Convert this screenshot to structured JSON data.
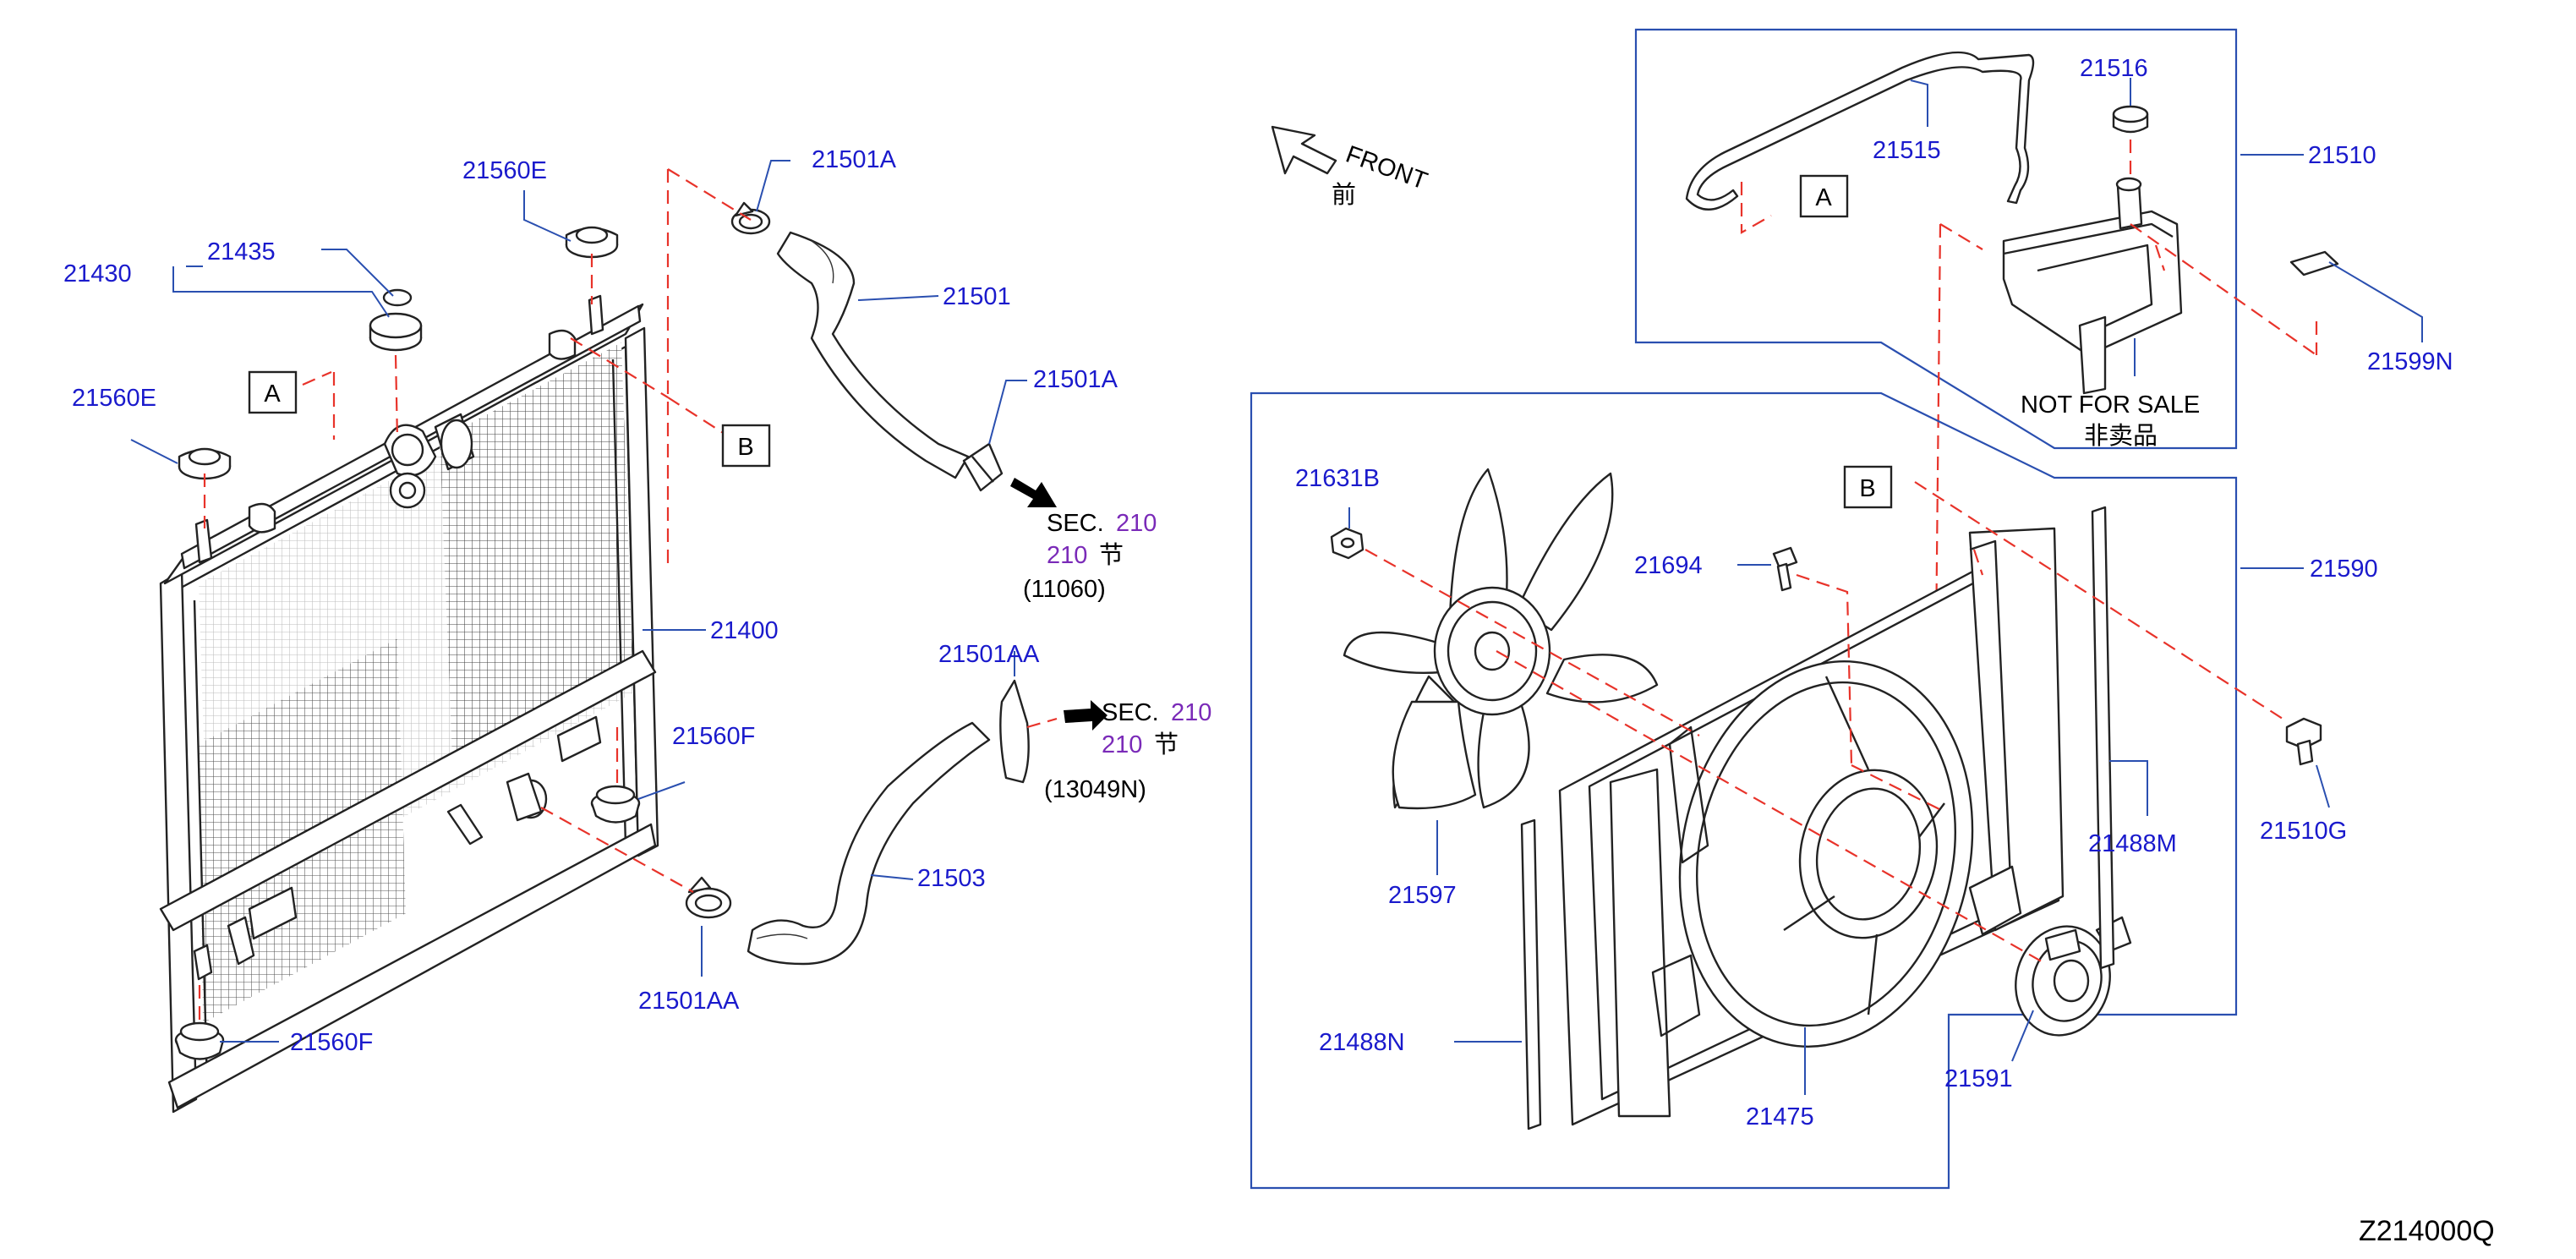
{
  "diagram": {
    "code": "Z214000Q",
    "front_label": "FRONT",
    "front_label_cjk": "前",
    "not_for_sale": "NOT   FOR   SALE",
    "not_for_sale_cjk": "非卖品",
    "ref_tags": [
      "A",
      "B"
    ],
    "part_numbers": {
      "p21400": "21400",
      "p21430": "21430",
      "p21435": "21435",
      "p21560E_top": "21560E",
      "p21560E_left": "21560E",
      "p21560F_mid": "21560F",
      "p21560F_bottom": "21560F",
      "p21501A_top": "21501A",
      "p21501A_lower": "21501A",
      "p21501": "21501",
      "p21501AA_top": "21501AA",
      "p21501AA_bottom": "21501AA",
      "p21503": "21503",
      "p21515": "21515",
      "p21516": "21516",
      "p21510": "21510",
      "p21599N": "21599N",
      "p21631B": "21631B",
      "p21694": "21694",
      "p21590": "21590",
      "p21510G": "21510G",
      "p21488M": "21488M",
      "p21488N": "21488N",
      "p21597": "21597",
      "p21475": "21475",
      "p21591": "21591"
    },
    "section_refs": [
      {
        "sec": "SEC.",
        "num": "210",
        "num2": "210",
        "cjk": "节",
        "code": "(11060)"
      },
      {
        "sec": "SEC.",
        "num": "210",
        "num2": "210",
        "cjk": "节",
        "code": "(13049N)"
      }
    ],
    "colors": {
      "part_number": "#1a1acc",
      "section_number": "#7a2ab8",
      "leader_line": "#2a4fb0",
      "dashed_line": "#e8332a",
      "outline": "#222222"
    }
  }
}
